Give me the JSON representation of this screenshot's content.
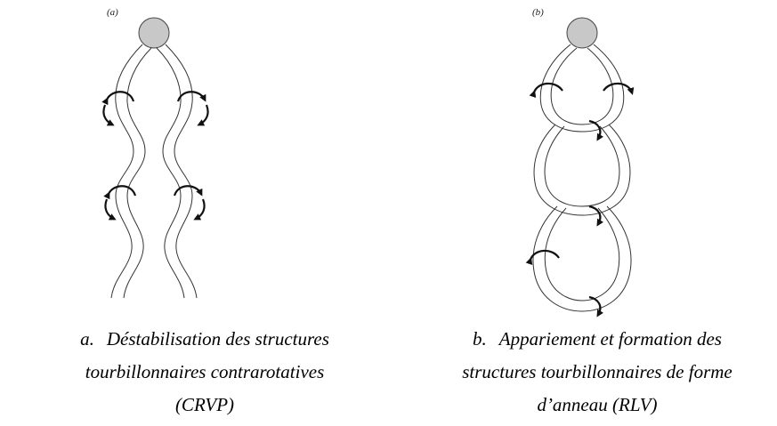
{
  "panel_a": {
    "tag": "(a)",
    "caption_marker": "a.",
    "caption_lines": [
      "Déstabilisation des structures",
      "tourbillonnaires contrarotatives",
      "(CRVP)"
    ]
  },
  "panel_b": {
    "tag": "(b)",
    "caption_marker": "b.",
    "caption_lines": [
      "Appariement et formation des",
      "structures tourbillonnaires de forme",
      "d’anneau (RLV)"
    ]
  },
  "colors": {
    "jet_circle_fill": "#c8c8c8",
    "stroke": "#333333"
  }
}
